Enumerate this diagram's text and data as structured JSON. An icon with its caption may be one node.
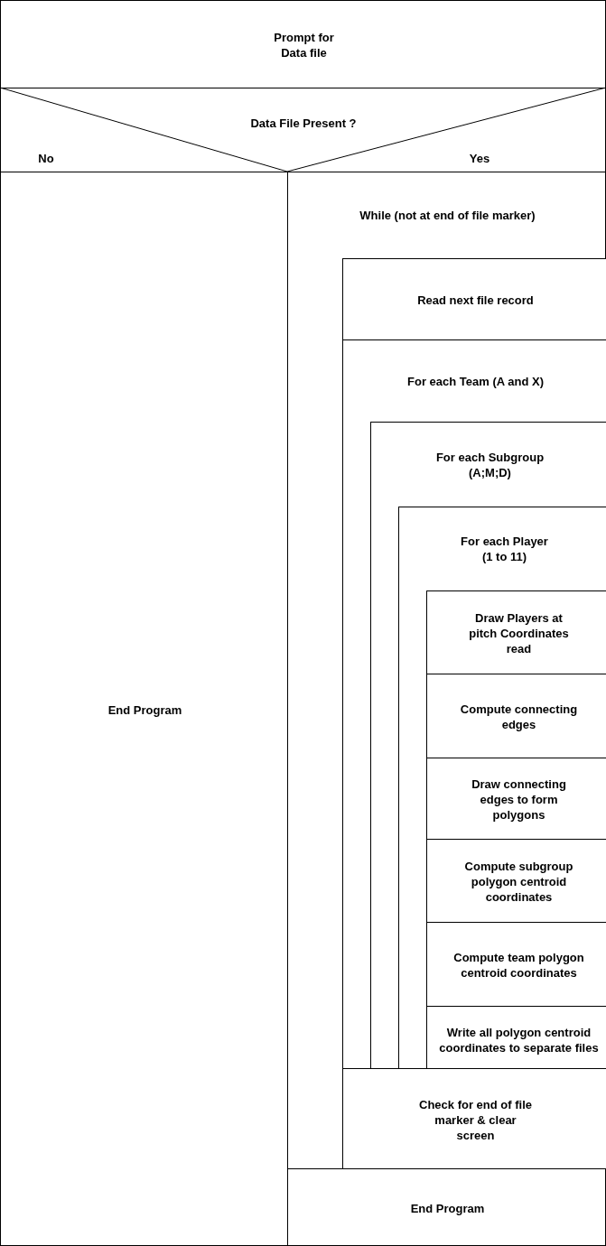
{
  "diagram": {
    "nodes": [
      {
        "text": [
          "Prompt for Data file"
        ]
      },
      {
        "text": [
          "Data File Present ?",
          "No",
          "Yes"
        ]
      },
      {
        "text": [
          "End Program"
        ]
      },
      {
        "text": [
          "While (not at end of file marker)"
        ]
      },
      {
        "text": [
          "Read next file record"
        ],
        "in": 3
      },
      {
        "text": [
          "For each Team (A and X)"
        ],
        "in": 3
      },
      {
        "text": [
          "For each Subgroup (A;M;D)"
        ],
        "in": 5
      },
      {
        "text": [
          "For each Player (1 to 11)"
        ],
        "in": 6
      },
      {
        "text": [
          "Draw Players at pitch Coordinates read"
        ],
        "in": 7
      },
      {
        "text": [
          "Compute connecting edges"
        ],
        "in": 7
      },
      {
        "text": [
          "Draw connecting edges to form polygons"
        ],
        "in": 7
      },
      {
        "text": [
          "Compute subgroup polygon centroid coordinates"
        ],
        "in": 7
      },
      {
        "text": [
          "Compute team polygon centroid coordinates"
        ],
        "in": 7
      },
      {
        "text": [
          "Write all polygon centroid coordinates to separate files"
        ],
        "in": 7
      },
      {
        "text": [
          "Check for end of file marker & clear screen"
        ],
        "in": 3
      },
      {
        "text": [
          "End Program"
        ]
      }
    ],
    "edges": []
  }
}
